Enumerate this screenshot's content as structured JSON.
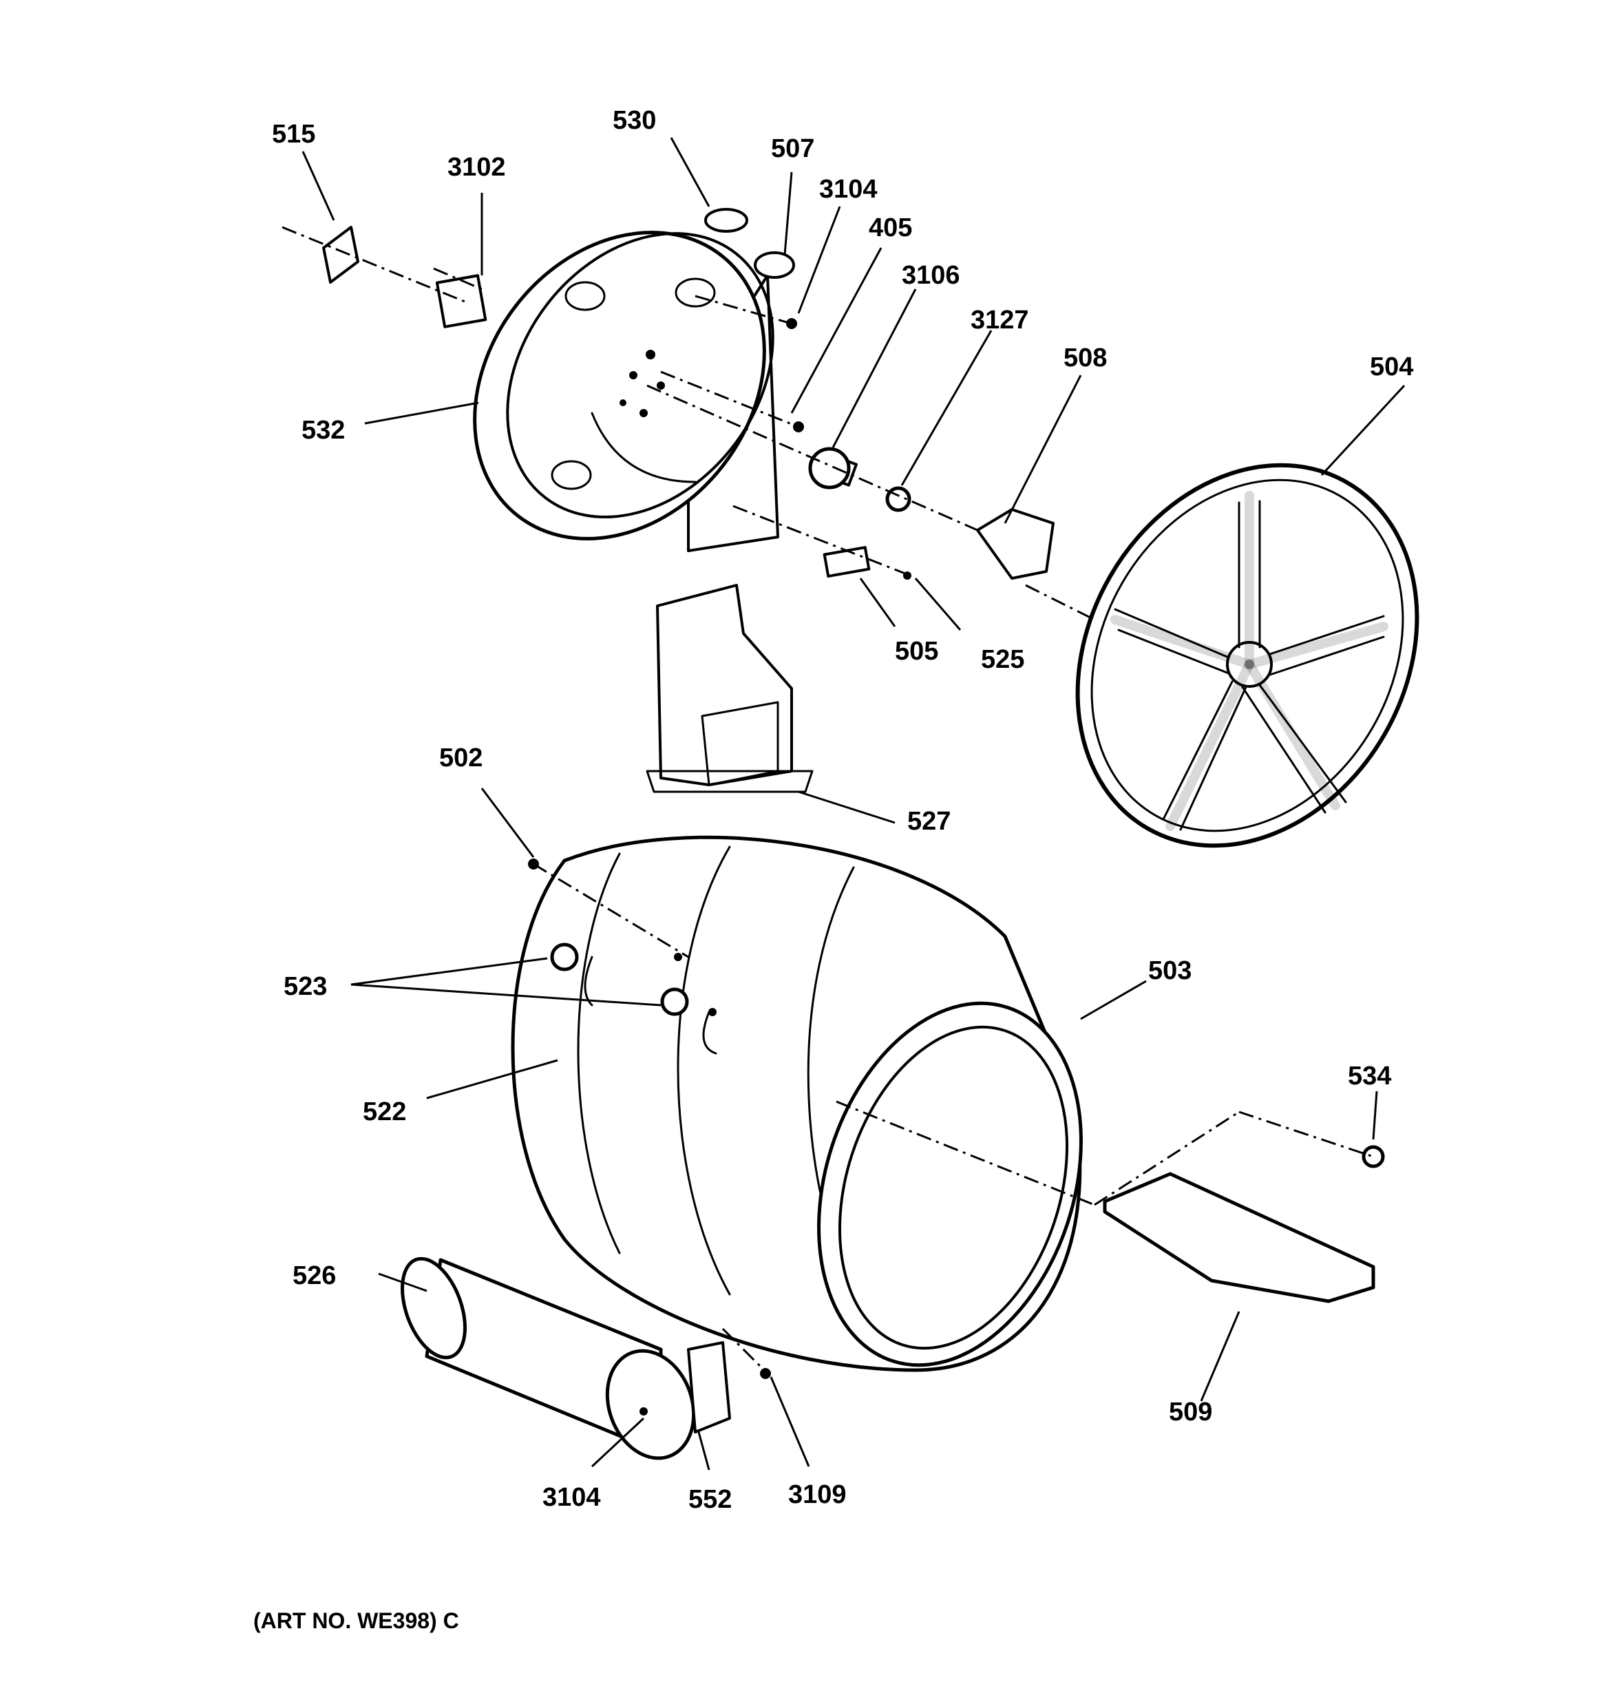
{
  "labels": {
    "l515": "515",
    "l3102": "3102",
    "l530": "530",
    "l507": "507",
    "l3104a": "3104",
    "l405": "405",
    "l3106": "3106",
    "l3127": "3127",
    "l508": "508",
    "l504": "504",
    "l532": "532",
    "l505": "505",
    "l525": "525",
    "l527": "527",
    "l502": "502",
    "l523": "523",
    "l503": "503",
    "l522": "522",
    "l534": "534",
    "l526": "526",
    "l509": "509",
    "l3104b": "3104",
    "l552": "552",
    "l3109": "3109"
  },
  "caption": "(ART NO. WE398) C"
}
